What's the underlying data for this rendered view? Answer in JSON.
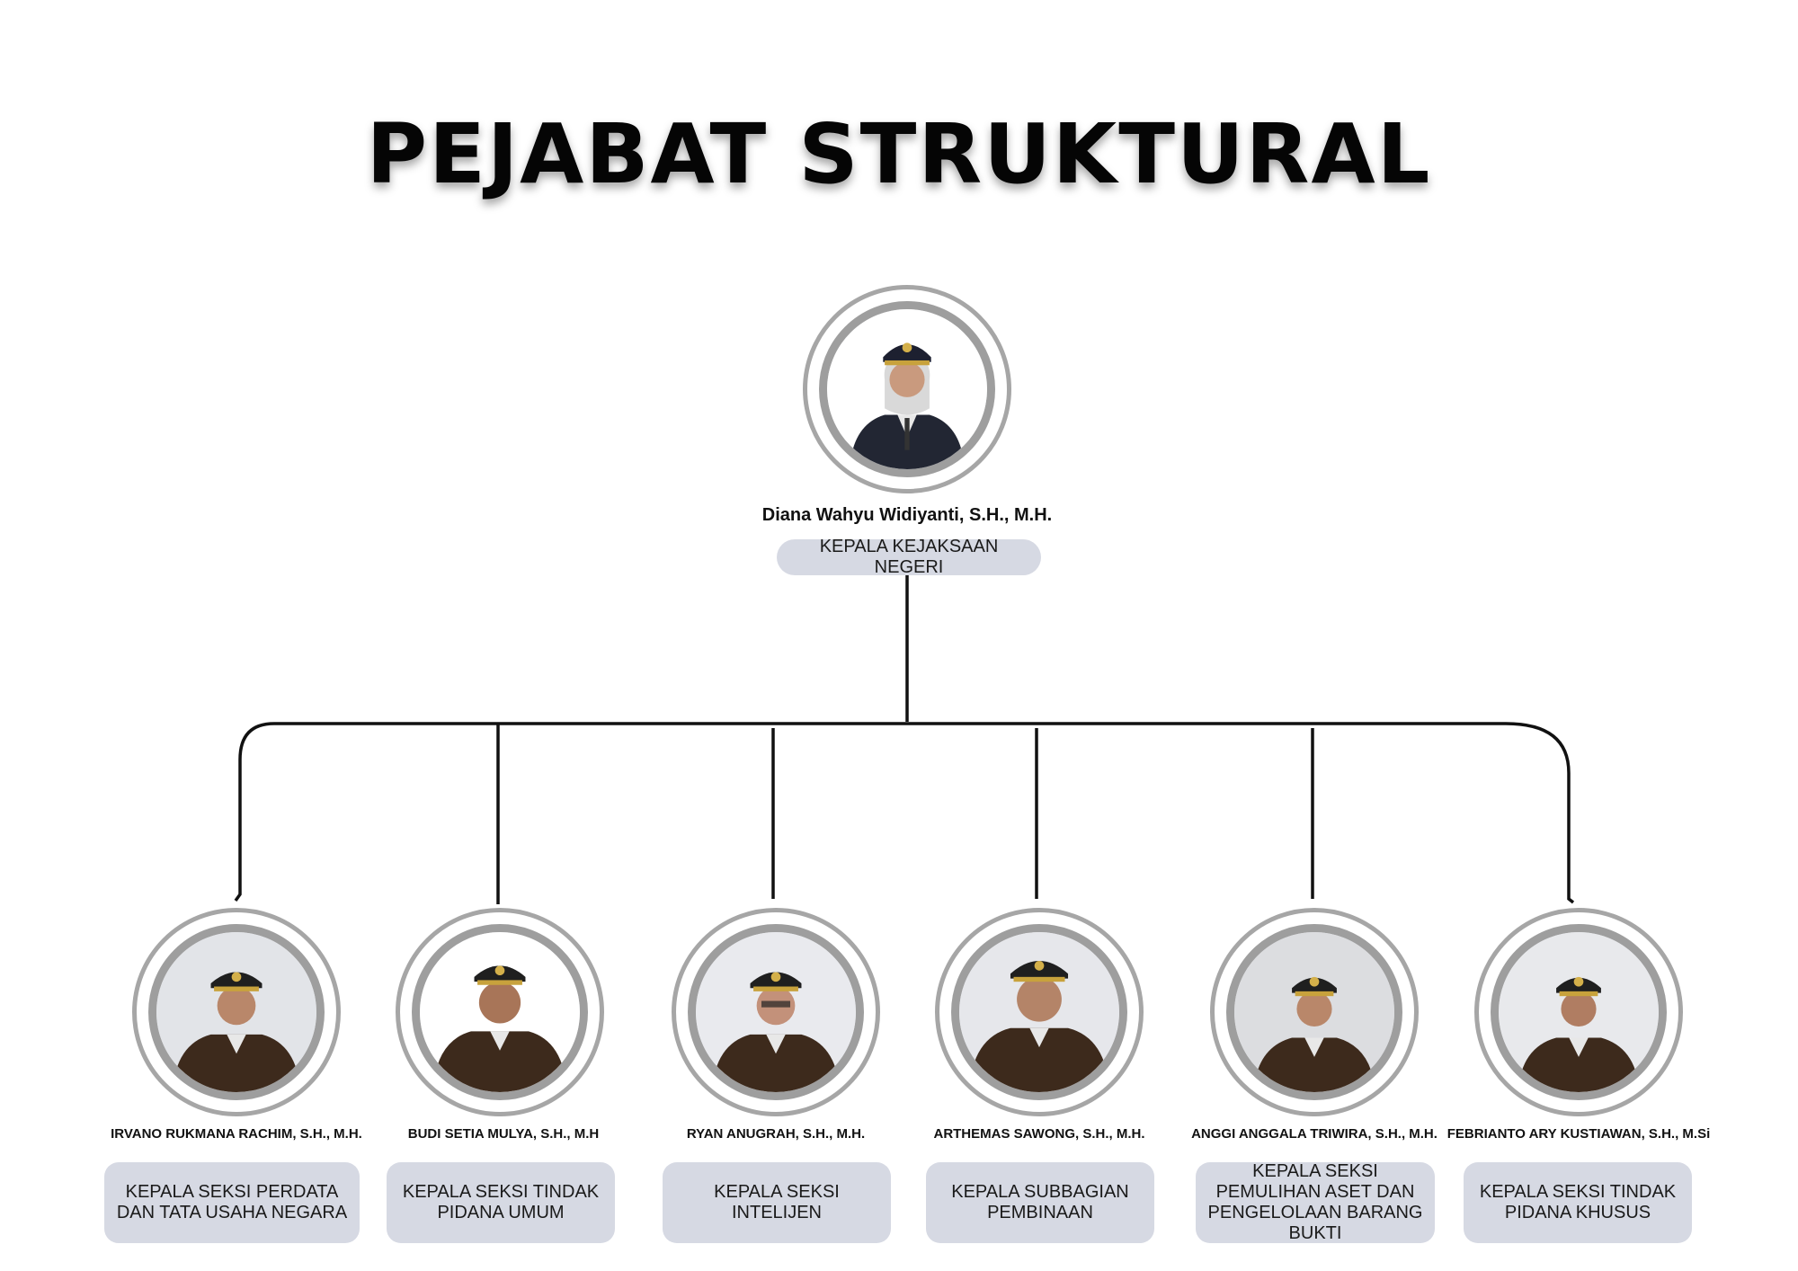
{
  "title": "PEJABAT STRUKTURAL",
  "head": {
    "name": "Diana Wahyu Widiyanti, S.H., M.H.",
    "role": "KEPALA KEJAKSAAN NEGERI"
  },
  "members": [
    {
      "name": "IRVANO RUKMANA RACHIM, S.H., M.H.",
      "role": "KEPALA SEKSI PERDATA DAN TATA USAHA NEGARA"
    },
    {
      "name": "BUDI SETIA MULYA, S.H., M.H",
      "role": "KEPALA SEKSI TINDAK PIDANA UMUM"
    },
    {
      "name": "RYAN ANUGRAH, S.H., M.H.",
      "role": "KEPALA SEKSI INTELIJEN"
    },
    {
      "name": "ARTHEMAS SAWONG, S.H., M.H.",
      "role": "KEPALA SUBBAGIAN PEMBINAAN"
    },
    {
      "name": "ANGGI ANGGALA TRIWIRA, S.H., M.H.",
      "role": "KEPALA SEKSI PEMULIHAN ASET DAN PENGELOLAAN BARANG BUKTI"
    },
    {
      "name": "FEBRIANTO ARY KUSTIAWAN, S.H., M.Si",
      "role": "KEPALA SEKSI TINDAK PIDANA KHUSUS"
    }
  ],
  "colors": {
    "ring": "#a6a6a6",
    "role_badge": "#d6d9e3",
    "uniform": "#3d2a1c",
    "connector": "#111111"
  }
}
